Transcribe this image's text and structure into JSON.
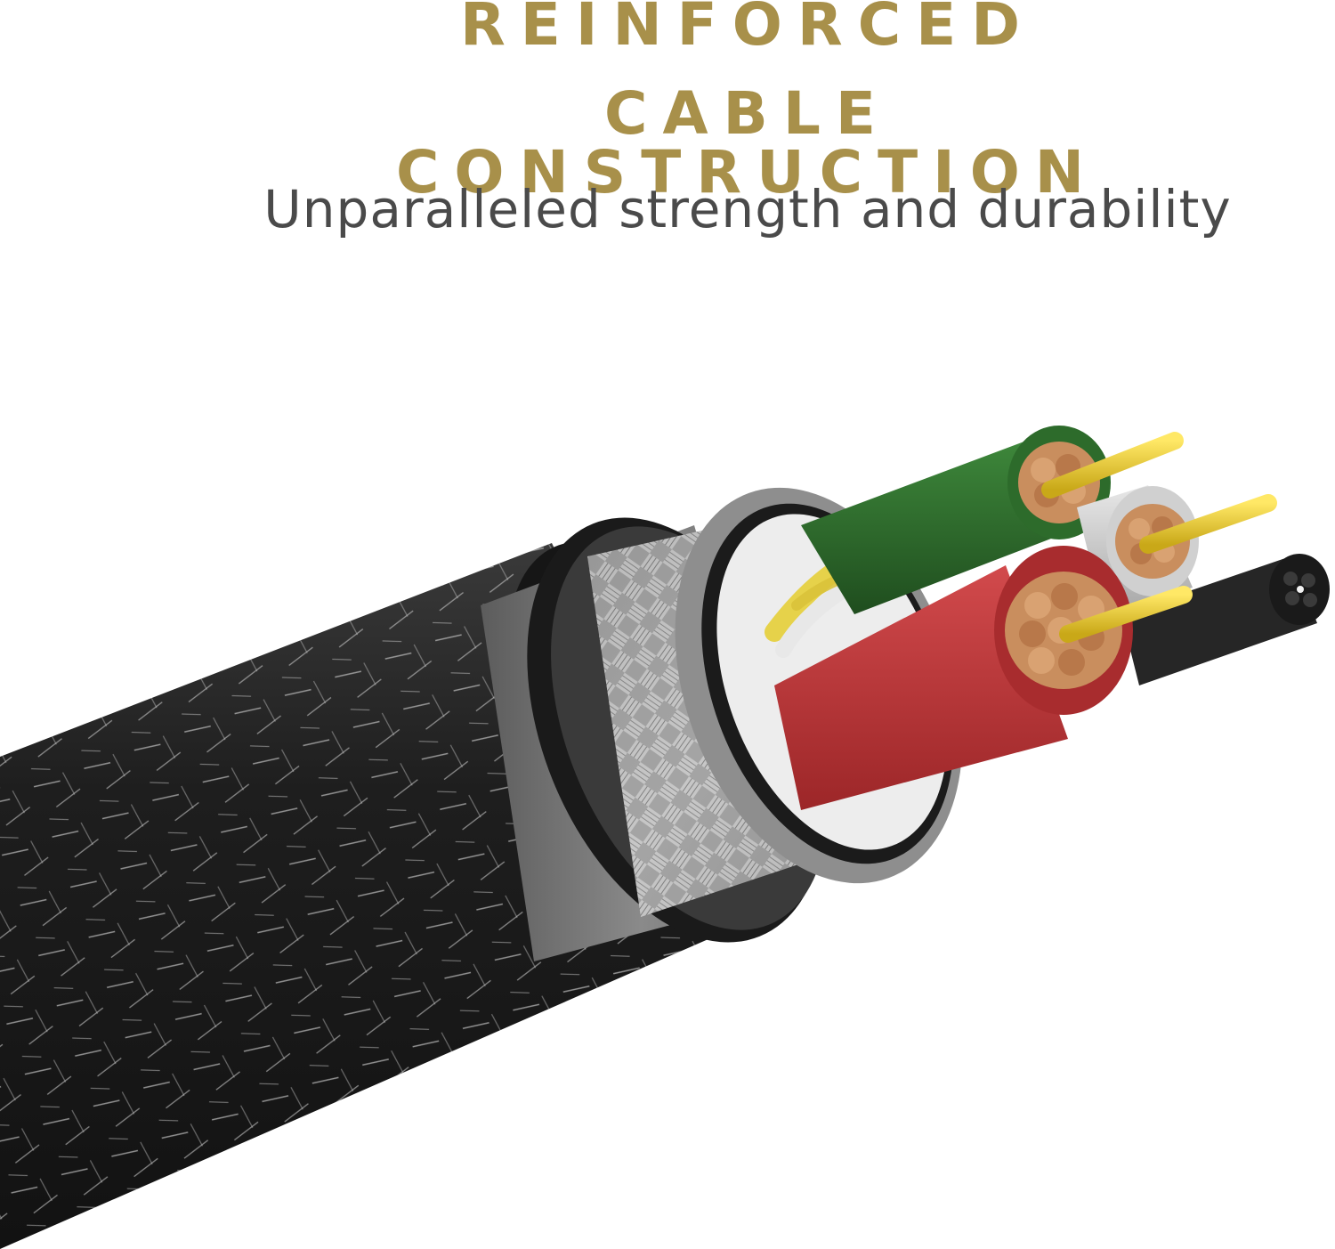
{
  "heading": {
    "line1": "REINFORCED",
    "line2": "CABLE CONSTRUCTION",
    "subtitle": "Unparalleled strength and durability"
  },
  "colors": {
    "title": "#a8904a",
    "subtitle": "#4a4a4a",
    "background": "#ffffff",
    "braid_outer": "#1c1c1c",
    "jacket_inner": "#6f6f6f",
    "metal_braid": "#a8a8a8",
    "wire_red": "#c8383a",
    "wire_green": "#2f6a2e",
    "wire_white": "#d6d6d6",
    "wire_black": "#2a2a2a",
    "copper": "#c89060",
    "conductor_gold": "#f0d030"
  },
  "illustration": {
    "subject": "cable-cross-section",
    "layers": [
      "braided-outer-jacket",
      "rubber-inner-jacket",
      "metal-braid-shield",
      "foil-shield",
      "signal-wires",
      "power-wires"
    ]
  }
}
